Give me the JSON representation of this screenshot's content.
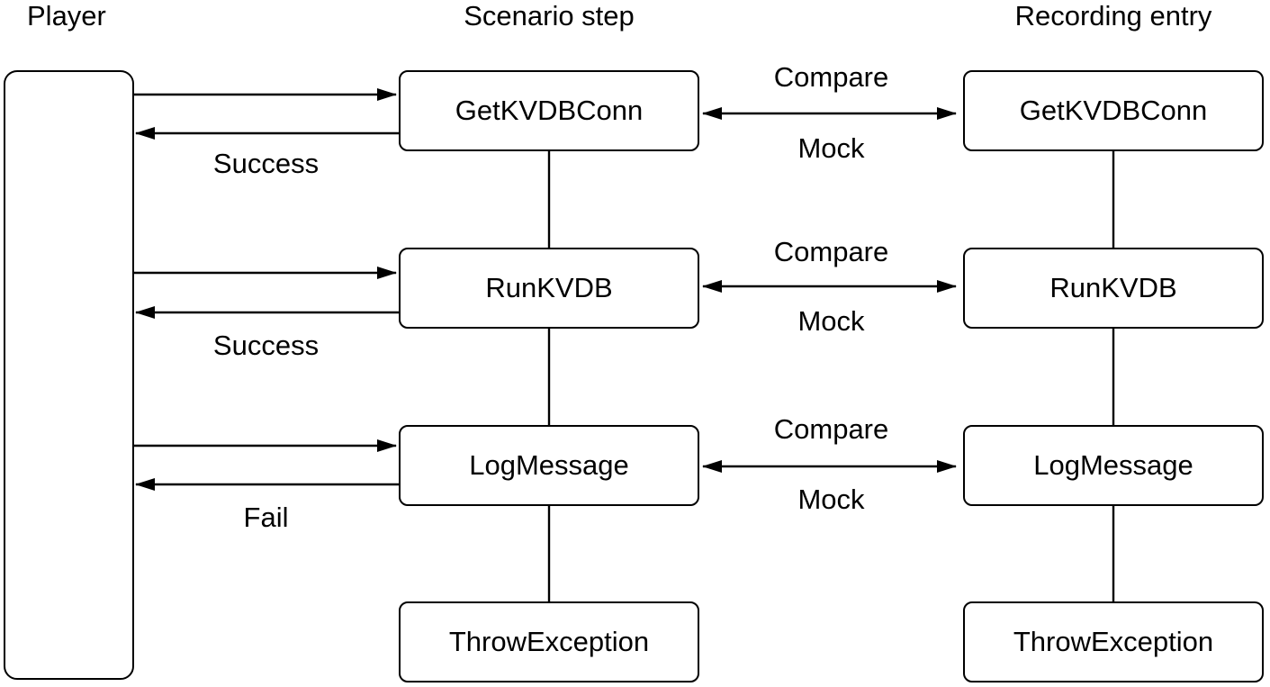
{
  "diagram": {
    "columns": {
      "player": {
        "header": "Player"
      },
      "scenario": {
        "header": "Scenario step",
        "steps": [
          "GetKVDBConn",
          "RunKVDB",
          "LogMessage",
          "ThrowException"
        ]
      },
      "recording": {
        "header": "Recording entry",
        "entries": [
          "GetKVDBConn",
          "RunKVDB",
          "LogMessage",
          "ThrowException"
        ]
      }
    },
    "interactions": [
      {
        "step": "GetKVDBConn",
        "result": "Success",
        "compare": "Compare",
        "mock": "Mock"
      },
      {
        "step": "RunKVDB",
        "result": "Success",
        "compare": "Compare",
        "mock": "Mock"
      },
      {
        "step": "LogMessage",
        "result": "Fail",
        "compare": "Compare",
        "mock": "Mock"
      }
    ],
    "colors": {
      "line": "#000000",
      "text": "#000000",
      "node_fill": "#ffffff",
      "canvas_background": "#ffffff"
    }
  }
}
